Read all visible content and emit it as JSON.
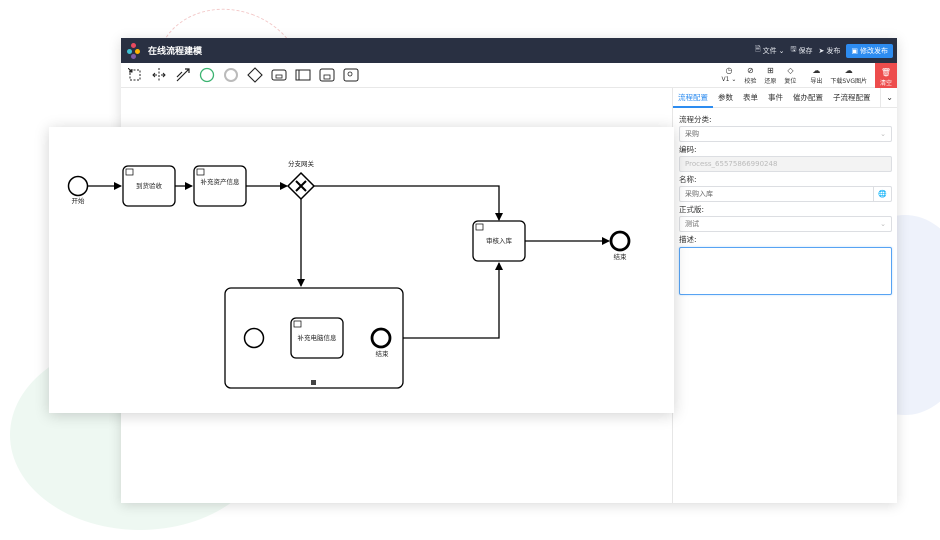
{
  "app": {
    "title": "在线流程建模"
  },
  "header_actions": {
    "file": "文件",
    "save": "保存",
    "publish": "发布",
    "modify_publish": "修改发布"
  },
  "toolbar_right": {
    "version": "V1",
    "check": "校验",
    "restore": "还原",
    "reset": "复位",
    "export": "导出",
    "download_svg": "下载SVG图片",
    "clear": "清空"
  },
  "tabs": [
    "流程配置",
    "参数",
    "表单",
    "事件",
    "催办配置",
    "子流程配置"
  ],
  "form": {
    "category_label": "流程分类:",
    "category_value": "采购",
    "code_label": "编码:",
    "code_value": "Process_65575866990248",
    "name_label": "名称:",
    "name_value": "采购入库",
    "version_label": "正式版:",
    "version_value": "测试",
    "desc_label": "描述:"
  },
  "diagram": {
    "start": "开始",
    "task1": "到货验收",
    "task2": "补充资产信息",
    "gateway": "分支网关",
    "task3": "审核入库",
    "end": "结束",
    "sub_task": "补充电脑信息",
    "sub_end": "结束"
  },
  "colors": {
    "topbar": "#293042",
    "primary": "#2d8cf0",
    "danger": "#ed4c4c"
  }
}
